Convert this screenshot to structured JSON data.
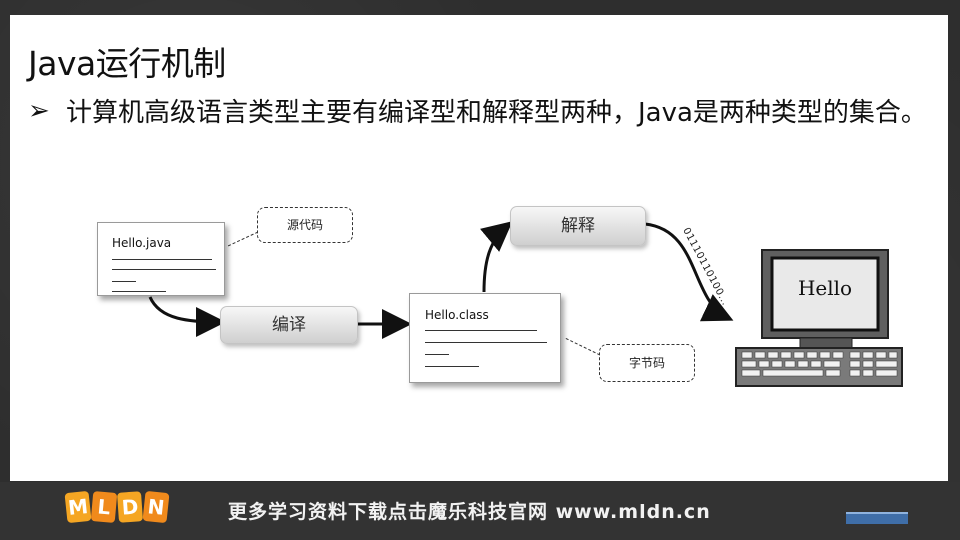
{
  "slide": {
    "title": "Java运行机制",
    "bullet": "计算机高级语言类型主要有编译型和解释型两种，Java是两种类型的集合。"
  },
  "diagram": {
    "source_file": "Hello.java",
    "source_callout": "源代码",
    "compile_label": "编译",
    "class_file": "Hello.class",
    "class_callout": "字节码",
    "interpret_label": "解释",
    "binary_text": "01110110100...",
    "monitor_text": "Hello"
  },
  "footer": {
    "logo_letters": [
      "M",
      "L",
      "D",
      "N"
    ],
    "text": "更多学习资料下载点击魔乐科技官网 www.mldn.cn"
  },
  "colors": {
    "background": "#2e2e2e",
    "slide": "#ffffff",
    "logo": "#f5a623"
  }
}
